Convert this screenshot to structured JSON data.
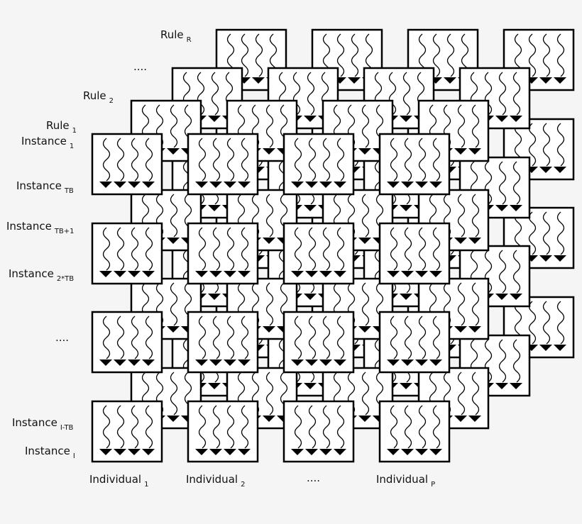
{
  "layer_labels": [
    {
      "main": "Rule",
      "sub": "R"
    },
    {
      "main": "....",
      "sub": ""
    },
    {
      "main": "Rule",
      "sub": "2"
    },
    {
      "main": "Rule",
      "sub": "1"
    }
  ],
  "row_labels": [
    {
      "main": "Instance",
      "sub": "1"
    },
    {
      "main": "Instance",
      "sub": "TB"
    },
    {
      "main": "Instance",
      "sub": "TB+1"
    },
    {
      "main": "Instance",
      "sub": "2*TB"
    },
    {
      "main": "....",
      "sub": ""
    },
    {
      "main": "Instance",
      "sub": "I-TB"
    },
    {
      "main": "Instance",
      "sub": "I"
    }
  ],
  "column_labels": [
    {
      "main": "Individual",
      "sub": "1"
    },
    {
      "main": "Individual",
      "sub": "2"
    },
    {
      "main": "....",
      "sub": ""
    },
    {
      "main": "Individual",
      "sub": "P"
    }
  ],
  "grid": {
    "layers": 4,
    "rows_per_layer": 4,
    "columns": 4,
    "threads_per_block": 4
  },
  "colors": {
    "background": "#f5f5f5",
    "block_fill": "#ffffff",
    "stroke": "#000000"
  }
}
